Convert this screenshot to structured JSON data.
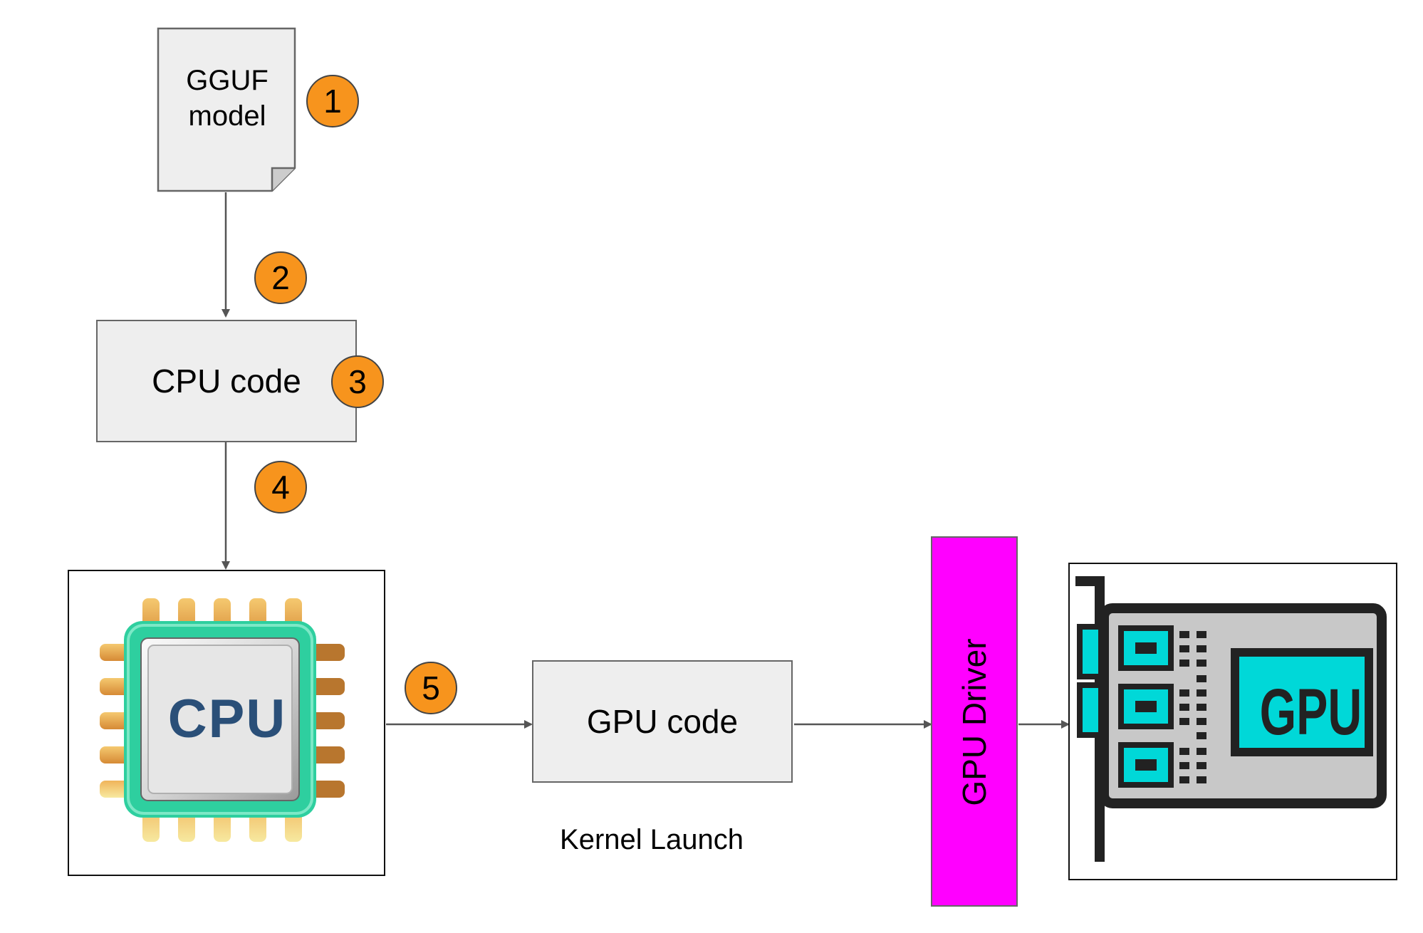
{
  "nodes": {
    "gguf_model": {
      "line1": "GGUF",
      "line2": "model"
    },
    "cpu_code": {
      "label": "CPU code"
    },
    "cpu_chip": {
      "label": "CPU"
    },
    "gpu_code": {
      "label": "GPU code"
    },
    "kernel_launch": {
      "label": "Kernel Launch"
    },
    "gpu_driver": {
      "label": "GPU Driver"
    },
    "gpu_card": {
      "label": "GPU"
    }
  },
  "steps": [
    "1",
    "2",
    "3",
    "4",
    "5"
  ],
  "colors": {
    "box_fill": "#eeeeee",
    "box_border": "#666666",
    "badge_fill": "#f7941d",
    "driver_fill": "#ff00ff",
    "chip_green": "#2ecf9f",
    "chip_gold": "#e8a548",
    "chip_text": "#2a4f78",
    "gpu_cyan": "#00d8d8",
    "gpu_grey": "#c8c8c8",
    "gpu_dark": "#222222",
    "arrow": "#555555"
  },
  "icons": [
    "document-icon",
    "cpu-chip-icon",
    "gpu-card-icon"
  ]
}
